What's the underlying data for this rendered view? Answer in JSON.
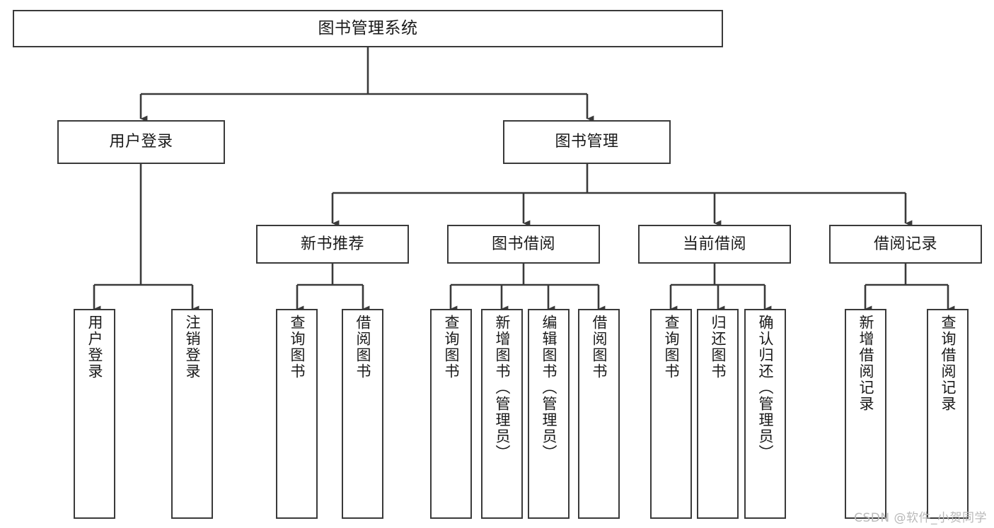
{
  "diagram": {
    "title": "图书管理系统",
    "type": "hierarchy-tree",
    "root": {
      "label": "图书管理系统"
    },
    "level2": [
      {
        "label": "用户登录"
      },
      {
        "label": "图书管理"
      }
    ],
    "level3": [
      {
        "label": "新书推荐"
      },
      {
        "label": "图书借阅"
      },
      {
        "label": "当前借阅"
      },
      {
        "label": "借阅记录"
      }
    ],
    "leaves": [
      {
        "label": "用户登录"
      },
      {
        "label": "注销登录"
      },
      {
        "label": "查询图书"
      },
      {
        "label": "借阅图书"
      },
      {
        "label": "查询图书"
      },
      {
        "label": "新增图书（管理员）"
      },
      {
        "label": "编辑图书（管理员）"
      },
      {
        "label": "借阅图书"
      },
      {
        "label": "查询图书"
      },
      {
        "label": "归还图书"
      },
      {
        "label": "确认归还（管理员）"
      },
      {
        "label": "新增借阅记录"
      },
      {
        "label": "查询借阅记录"
      }
    ],
    "watermark": "CSDN @软件_小贺同学",
    "colors": {
      "stroke": "#3a3a3a",
      "fill": "#ffffff",
      "text": "#1a1a1a",
      "watermark": "#b9b9b9"
    }
  }
}
